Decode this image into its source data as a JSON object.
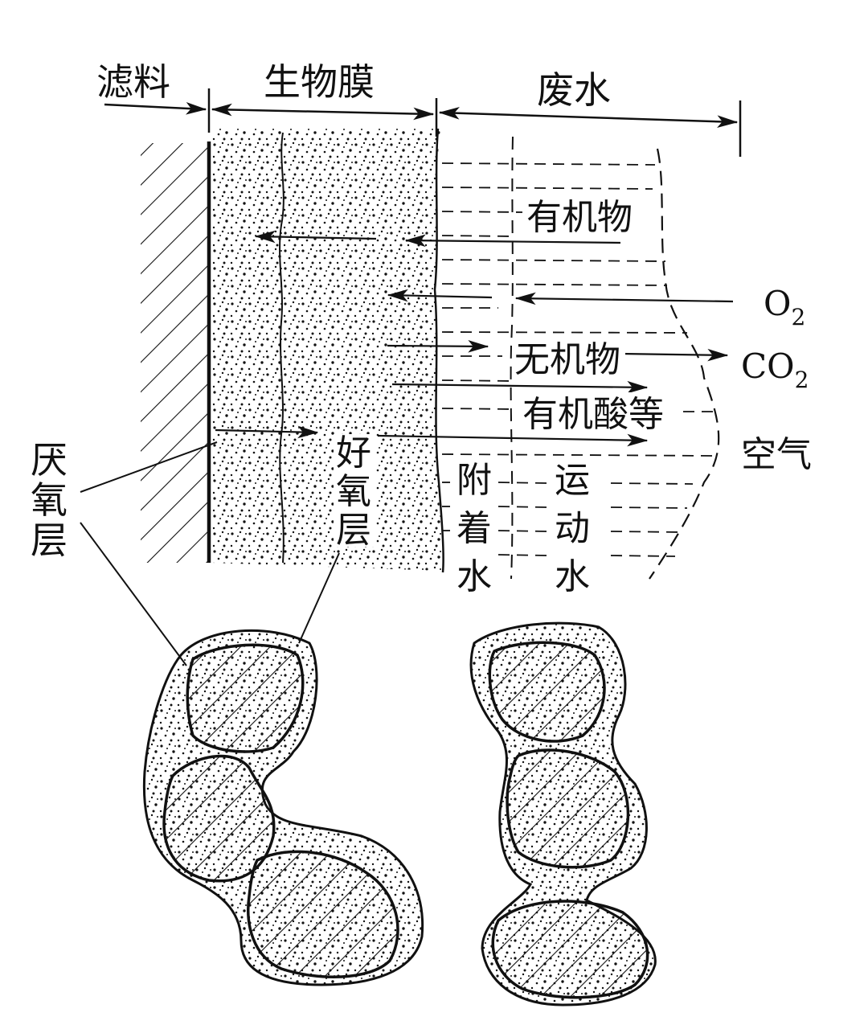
{
  "header": {
    "filter_material": "滤料",
    "biofilm": "生物膜",
    "wastewater": "废水"
  },
  "flows": {
    "organic": "有机物",
    "oxygen": "O",
    "oxygen_sub": "2",
    "inorganic": "无机物",
    "co2": "CO",
    "co2_sub": "2",
    "organic_acids": "有机酸等",
    "air": "空气"
  },
  "layers": {
    "anaerobic": [
      "厌",
      "氧",
      "层"
    ],
    "aerobic": [
      "好",
      "氧",
      "层"
    ],
    "attached_water": [
      "附",
      "着",
      "水"
    ],
    "moving_water": [
      "运",
      "动",
      "水"
    ]
  }
}
